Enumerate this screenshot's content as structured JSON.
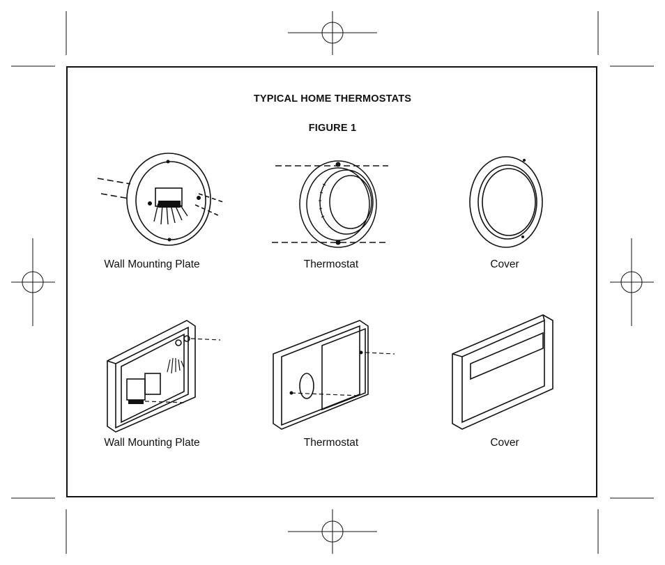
{
  "heading": {
    "title": "TYPICAL HOME THERMOSTATS",
    "figure_label": "FIGURE 1"
  },
  "round_models": {
    "wall_plate_caption": "Wall Mounting Plate",
    "thermostat_caption": "Thermostat",
    "cover_caption": "Cover"
  },
  "rectangular_models": {
    "wall_plate_caption": "Wall Mounting Plate",
    "thermostat_caption": "Thermostat",
    "cover_caption": "Cover"
  }
}
